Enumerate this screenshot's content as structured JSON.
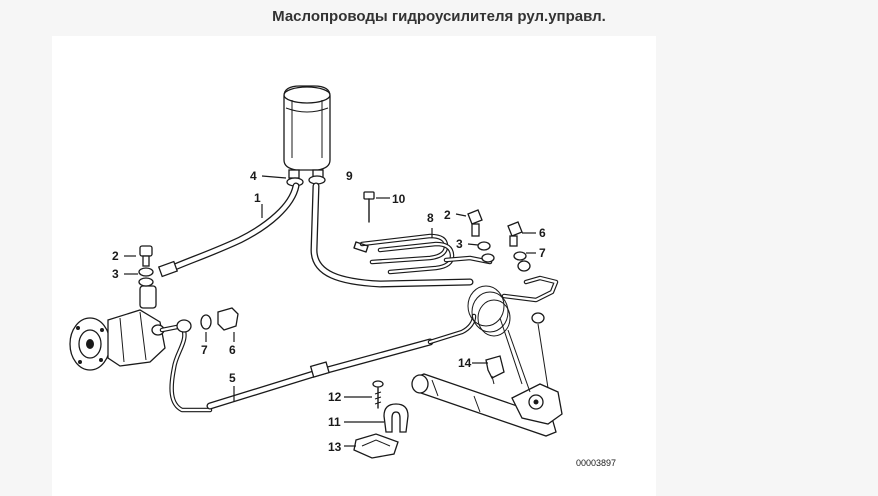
{
  "title": "Маслопроводы гидроусилителя рул.управл.",
  "diagram": {
    "drawing_code": "00003897",
    "callouts": {
      "c1": "1",
      "c2a": "2",
      "c3a": "3",
      "c4": "4",
      "c5": "5",
      "c6a": "6",
      "c7a": "7",
      "c8": "8",
      "c9": "9",
      "c10": "10",
      "c2b": "2",
      "c3b": "3",
      "c6b": "6",
      "c7b": "7",
      "c11": "11",
      "c12": "12",
      "c13": "13",
      "c14": "14"
    },
    "parts": [
      "reservoir",
      "hose-1",
      "hose-5",
      "return-hose",
      "pump",
      "hose-clamp-4",
      "banjo-bolt-2",
      "seal-ring-3",
      "seal-ring-7",
      "plug-6",
      "bracket-8",
      "bolt-10",
      "coil-line",
      "bolt-12",
      "clamp-11",
      "clip-13",
      "holder-14",
      "steering-gear"
    ]
  }
}
